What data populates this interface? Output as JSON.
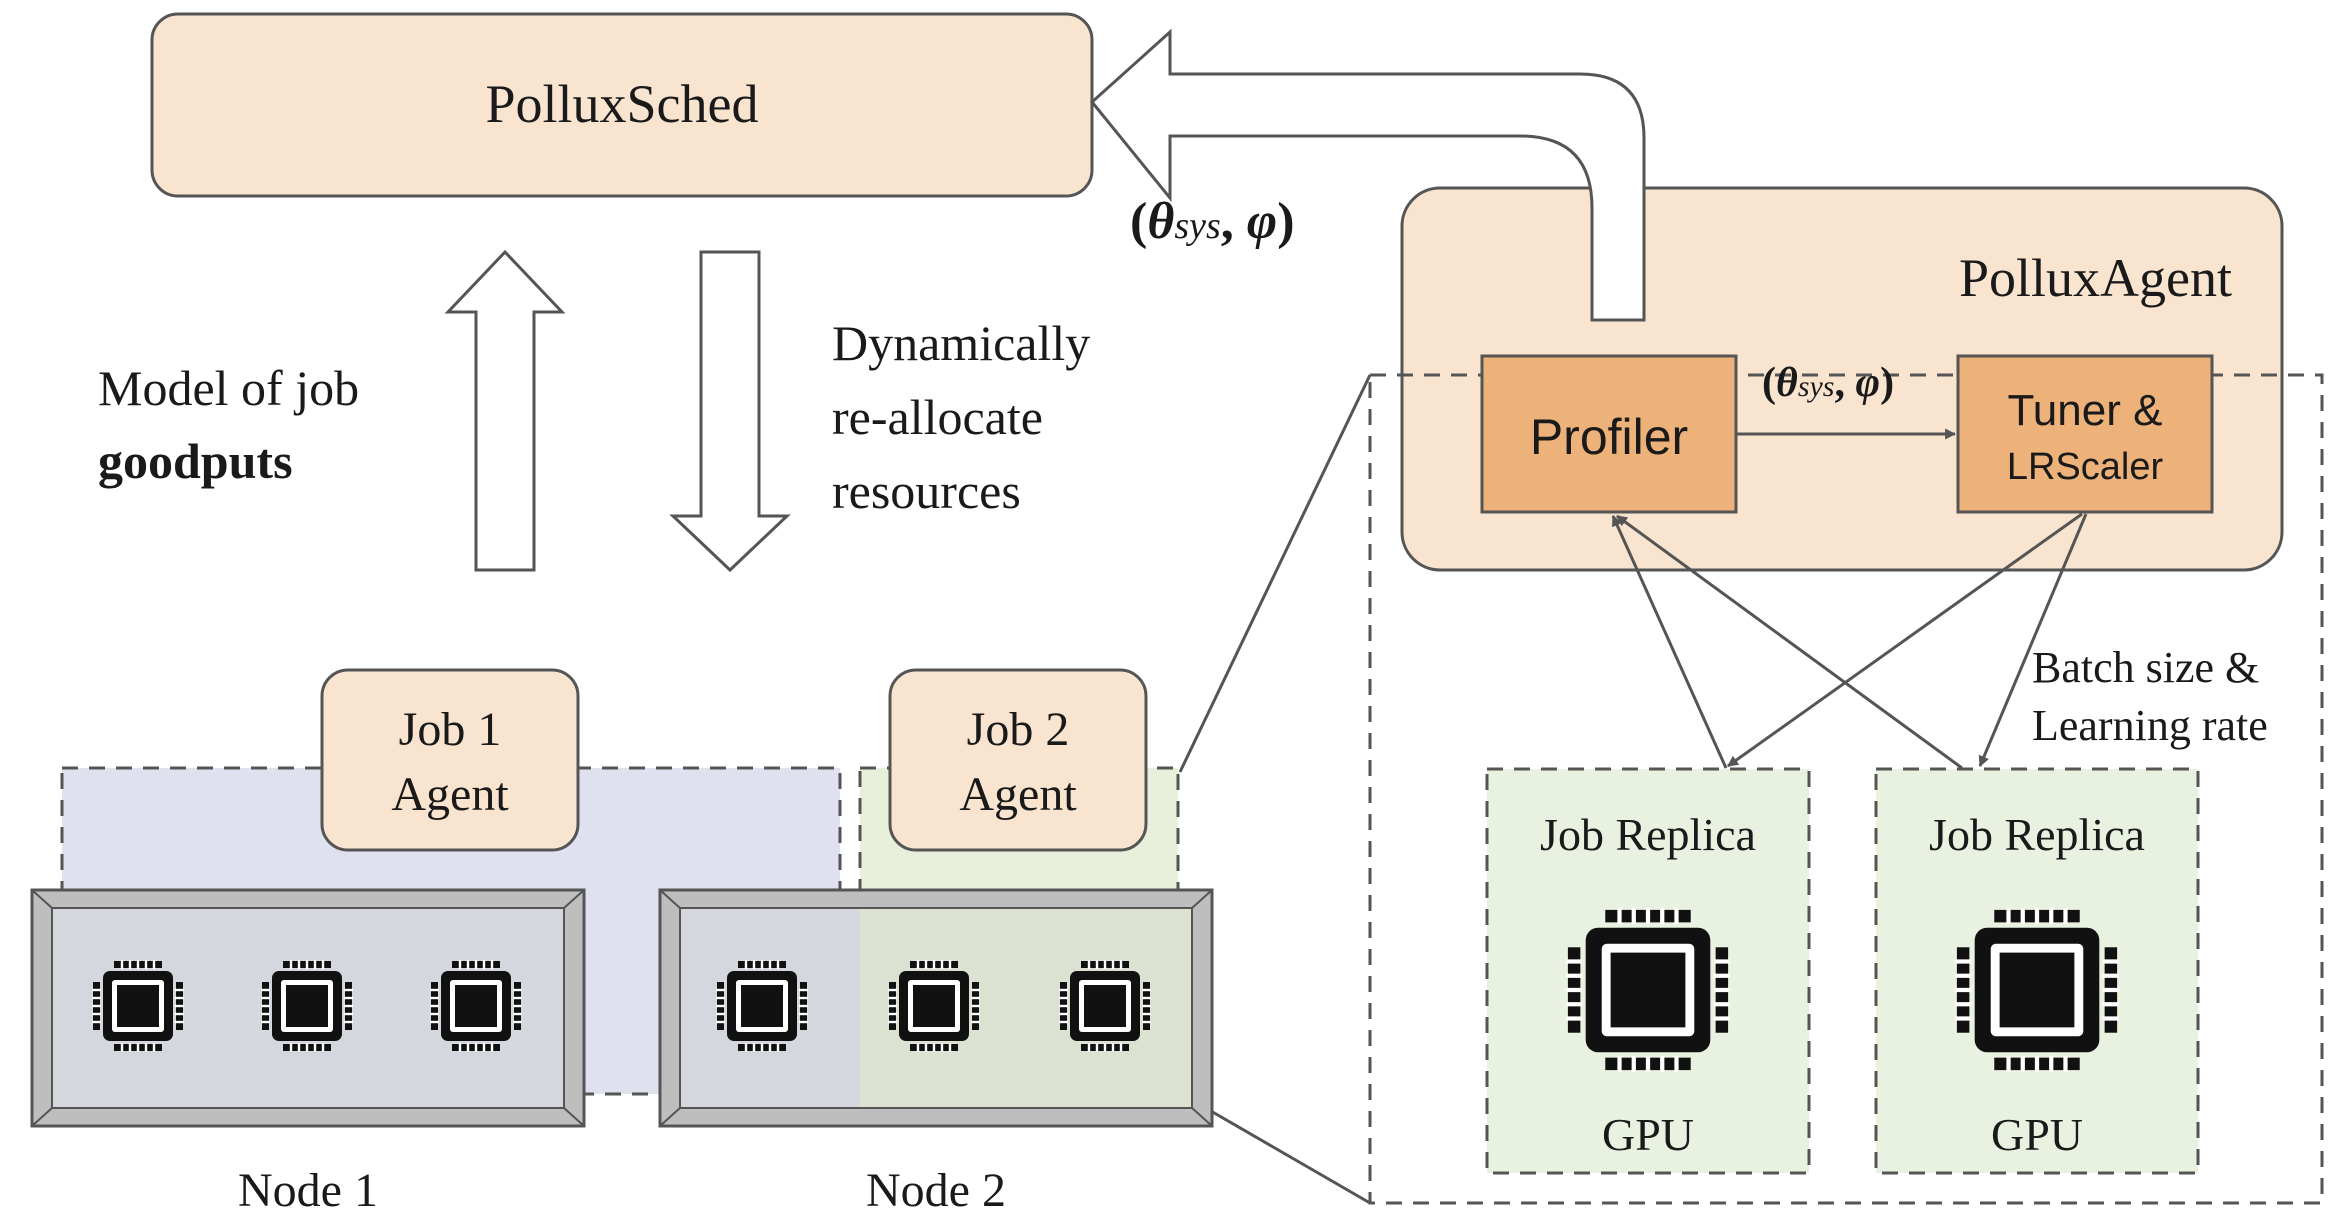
{
  "scheduler": {
    "label": "PolluxSched"
  },
  "arrow_up_text": {
    "line1": "Model of job",
    "line2": "goodputs"
  },
  "arrow_down_text": {
    "line1": "Dynamically",
    "line2": "re-allocate",
    "line3": "resources"
  },
  "sched_input": {
    "open": "(",
    "theta": "θ",
    "sub": "sys",
    "sep": ", ",
    "phi": "φ",
    "close": ")"
  },
  "agent": {
    "title": "PolluxAgent",
    "profiler": "Profiler",
    "tuner_line1": "Tuner &",
    "tuner_line2": "LRScaler",
    "edge_label": {
      "open": "(",
      "theta": "θ",
      "sub": "sys",
      "sep": ", ",
      "phi": "φ",
      "close": ")"
    }
  },
  "feedback_label": {
    "line1": "Batch size &",
    "line2": "Learning rate"
  },
  "jobs": [
    {
      "line1": "Job 1",
      "line2": "Agent"
    },
    {
      "line1": "Job 2",
      "line2": "Agent"
    }
  ],
  "nodes": [
    {
      "label": "Node 1"
    },
    {
      "label": "Node 2"
    }
  ],
  "replicas": [
    {
      "title": "Job Replica",
      "device": "GPU"
    },
    {
      "title": "Job Replica",
      "device": "GPU"
    }
  ],
  "colors": {
    "peach": "#f9e5cf",
    "orange": "#edb27a",
    "job1_region": "#dfe1ee",
    "job2_region": "#e8f0dc",
    "replica_bg": "#e9f1e1",
    "line": "#555555"
  }
}
